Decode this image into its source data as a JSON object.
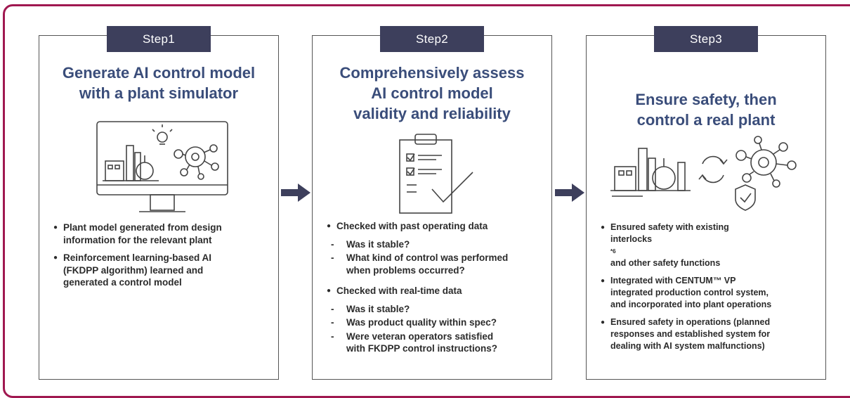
{
  "steps": [
    {
      "tab": "Step1",
      "title": [
        "Generate AI control model",
        "with a plant simulator"
      ],
      "bullets": [
        [
          "Plant model generated from design",
          "information for the relevant plant"
        ],
        [
          "Reinforcement learning-based AI",
          "(FKDPP algorithm) learned and",
          "generated a control model"
        ]
      ]
    },
    {
      "tab": "Step2",
      "title": [
        "Comprehensively assess",
        "AI control model",
        "validity and reliability"
      ],
      "groups": [
        {
          "bullet": "Checked with past operating data",
          "dashes": [
            [
              "Was it stable?"
            ],
            [
              "What kind of control was performed",
              "when problems occurred?"
            ]
          ]
        },
        {
          "bullet": "Checked with real-time data",
          "dashes": [
            [
              "Was it stable?"
            ],
            [
              "Was product quality within spec?"
            ],
            [
              "Were veteran operators satisfied",
              "with FKDPP control instructions?"
            ]
          ]
        }
      ]
    },
    {
      "tab": "Step3",
      "title": [
        "Ensure safety, then",
        "control a real plant"
      ],
      "bullets": [
        {
          "lines": [
            "Ensured safety with existing",
            "and other safety functions"
          ],
          "line1_prefix": "interlocks",
          "sup": "*6"
        },
        {
          "lines": [
            "Integrated with CENTUM™ VP",
            "integrated production control system,",
            "and incorporated into plant operations"
          ]
        },
        {
          "lines": [
            "Ensured safety in operations (planned",
            "responses and established system for",
            "dealing with AI system malfunctions)"
          ]
        }
      ]
    }
  ],
  "colors": {
    "frame": "#a01850",
    "tab": "#3d3f5c",
    "title": "#3a4d7a",
    "arrow": "#3d3f5c"
  }
}
